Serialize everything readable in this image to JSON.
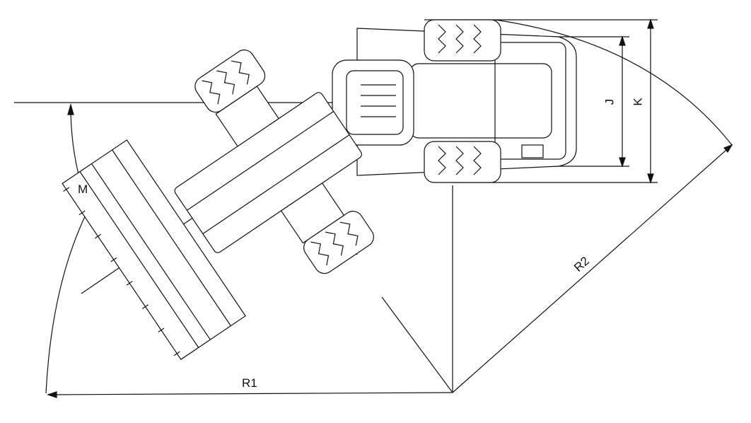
{
  "diagram": {
    "labels": {
      "angle": "M",
      "inner_radius": "R1",
      "outer_radius": "R2",
      "track_width": "J",
      "overall_width": "K"
    },
    "colors": {
      "line": "#111111",
      "background": "#ffffff"
    }
  }
}
